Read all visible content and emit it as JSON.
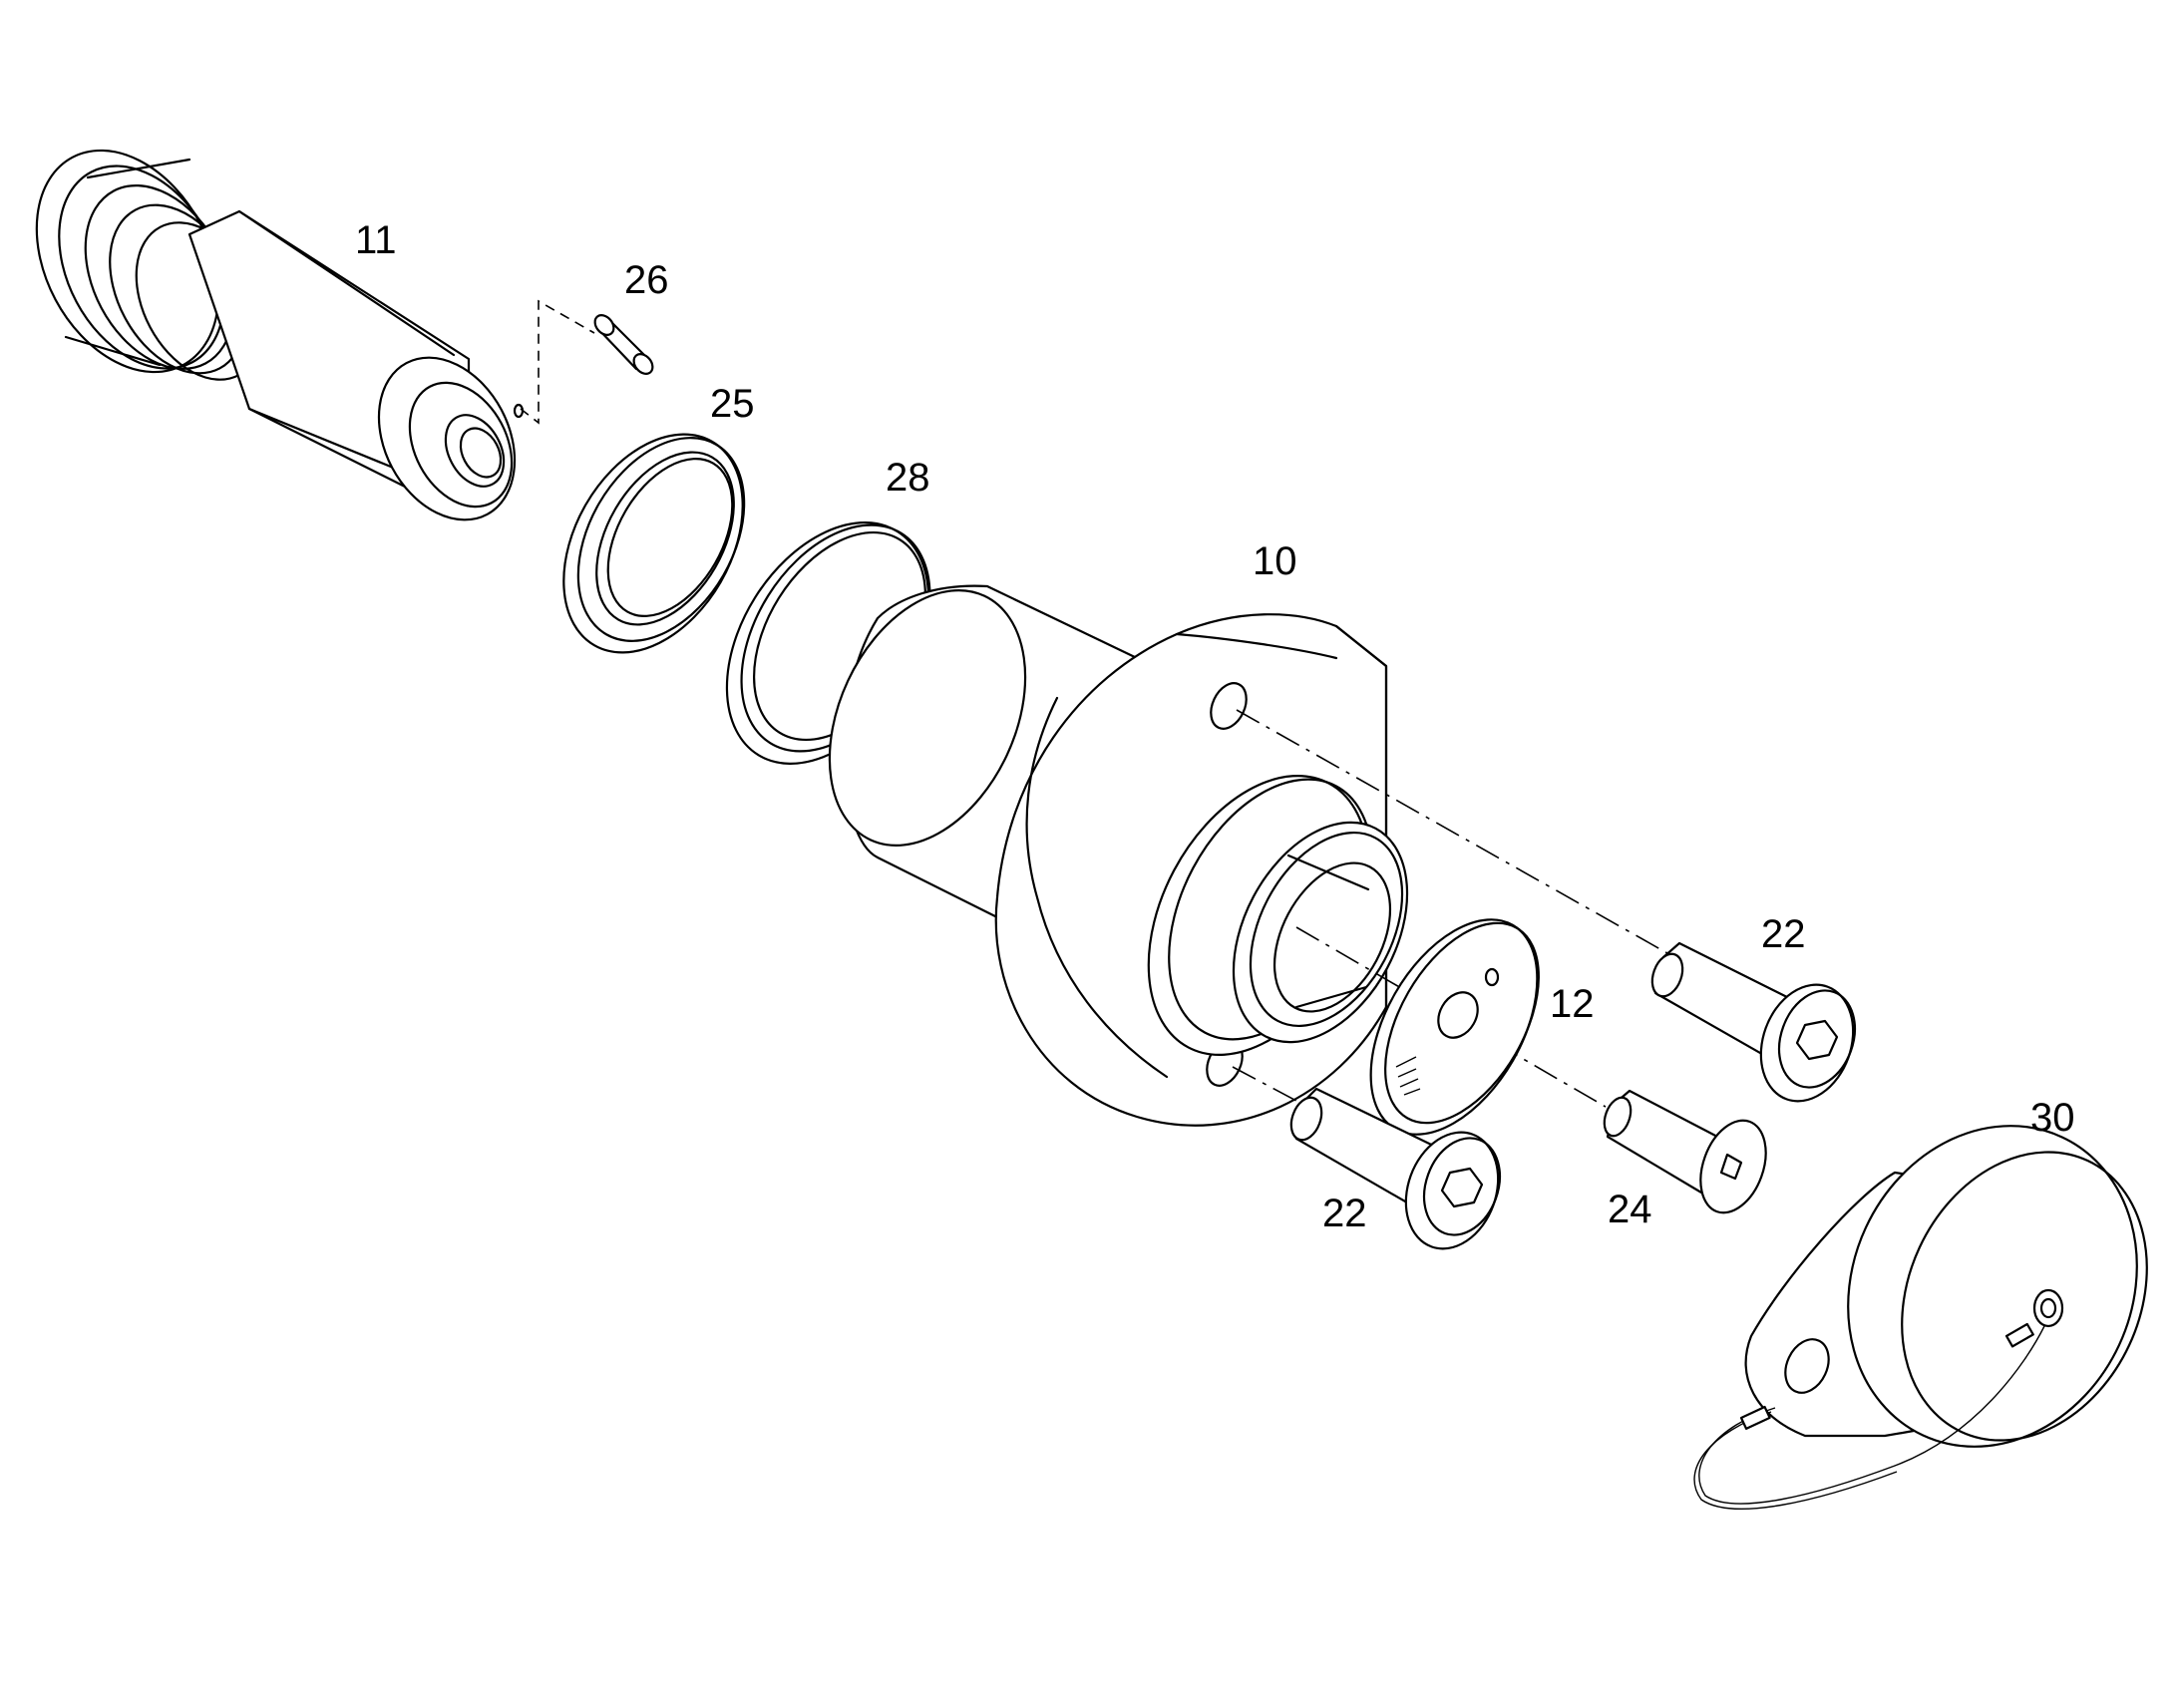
{
  "callouts": {
    "c11": "11",
    "c26": "26",
    "c25": "25",
    "c28": "28",
    "c10": "10",
    "c22a": "22",
    "c12": "12",
    "c22b": "22",
    "c24": "24",
    "c30": "30"
  },
  "colors": {
    "line": "#000000",
    "background": "#ffffff"
  }
}
